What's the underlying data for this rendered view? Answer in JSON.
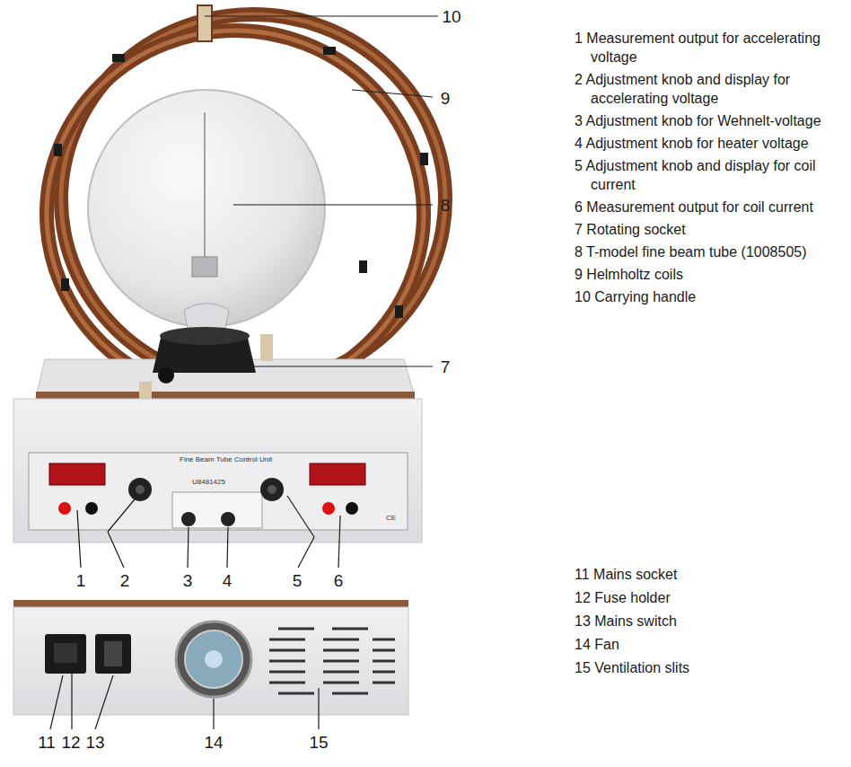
{
  "diagram": {
    "labels": [
      "10",
      "9",
      "8",
      "7",
      "1 Measurement output for accelerating voltage",
      "2 Adjustment knob and display for accelerating voltage",
      "3 Adjustment knob for Wehnelt-voltage",
      "4 Adjustment knob for heater voltage",
      "5 Adjustment knob and display for coil current",
      "6 Measurement output for coil current",
      "7 Rotating socket",
      "8 T-model fine beam tube (1008505)",
      "9 Helmholtz coils",
      "10 Carrying handle",
      "Fine Beam Tube Control Unit",
      "U8481425",
      "CE",
      "1",
      "2",
      "3",
      "4",
      "5",
      "6",
      "11 Mains socket",
      "12 Fuse holder",
      "13 Mains switch",
      "14 Fan",
      "15 Ventilation slits",
      "11",
      "12",
      "13",
      "14",
      "15"
    ]
  }
}
